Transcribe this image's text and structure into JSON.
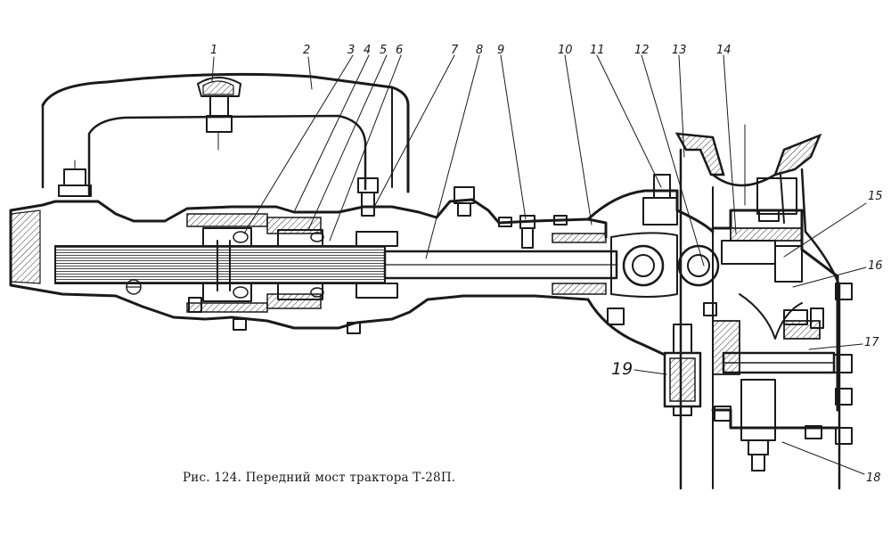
{
  "figure": {
    "caption": "Рис. 124. Передний мост трактора Т-28П.",
    "callouts": [
      "1",
      "2",
      "3",
      "4",
      "5",
      "6",
      "7",
      "8",
      "9",
      "10",
      "11",
      "12",
      "13",
      "14",
      "15",
      "16",
      "17",
      "18",
      "19"
    ]
  }
}
